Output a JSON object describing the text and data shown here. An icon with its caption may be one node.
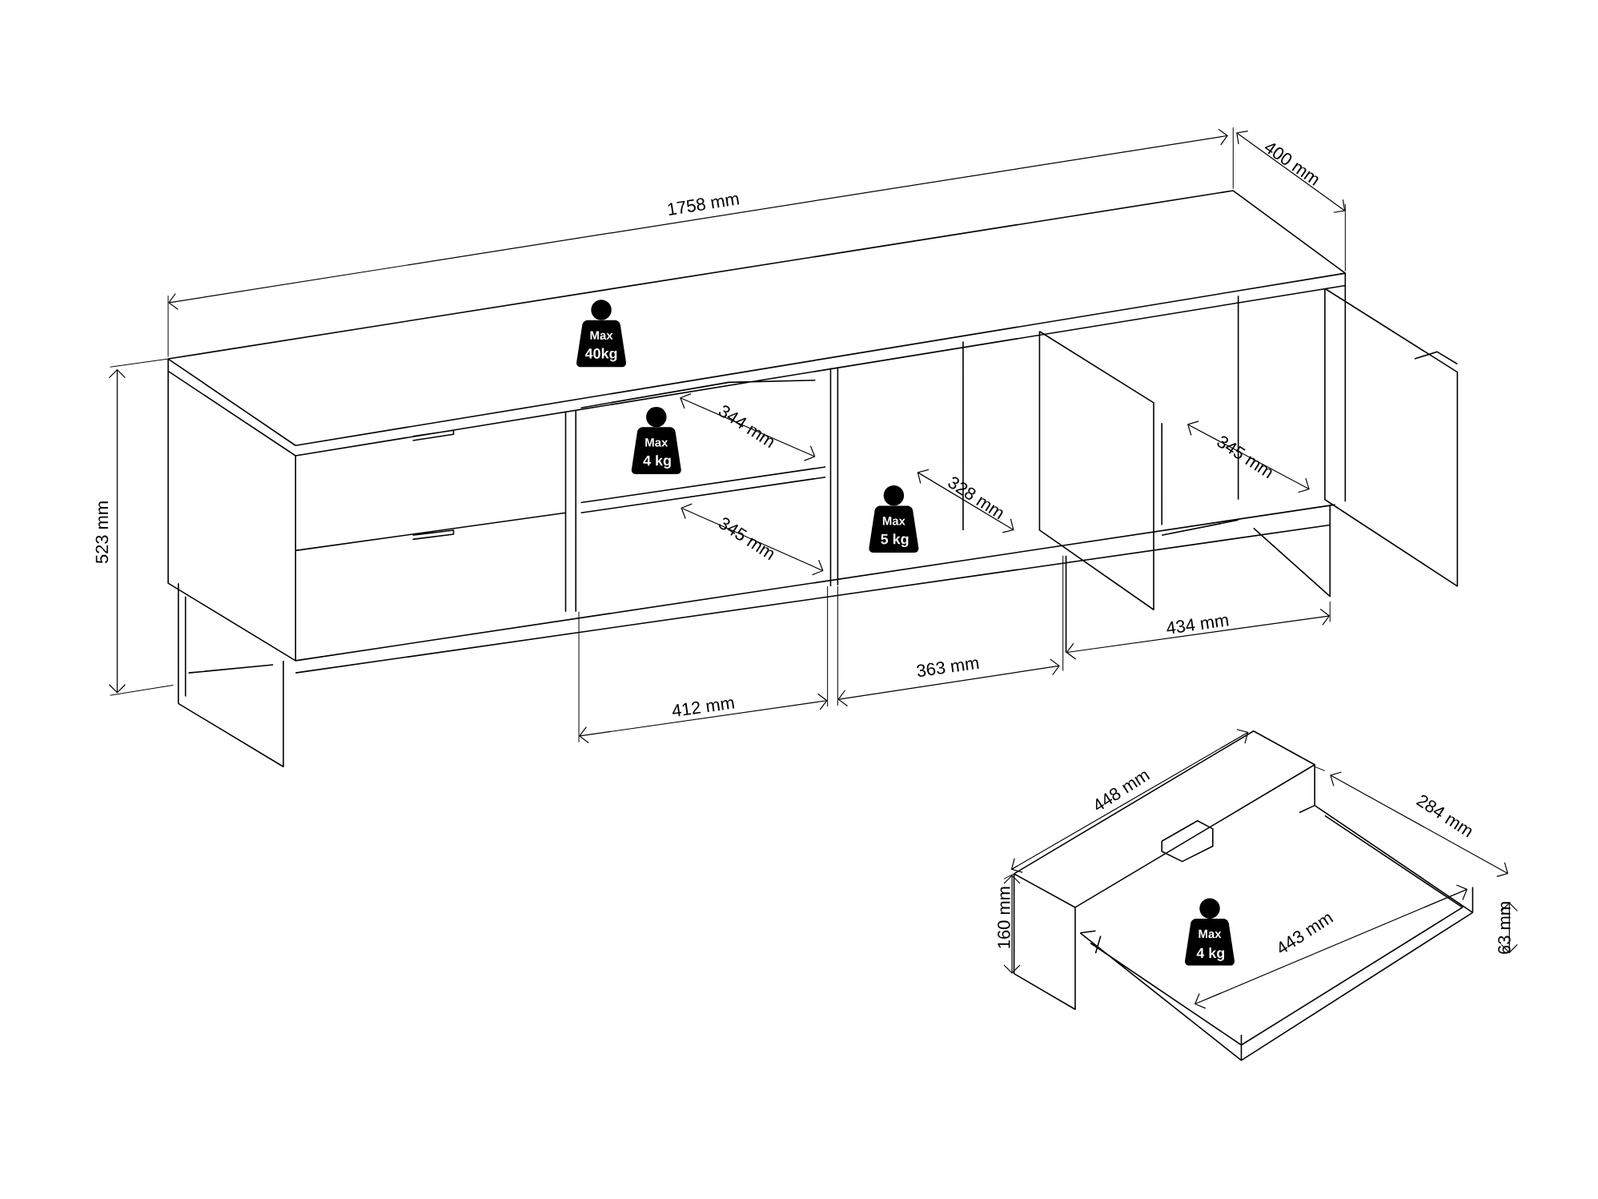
{
  "diagram": {
    "labels": [
      "1758 mm",
      "400 mm",
      "Max",
      "40kg",
      "344 mm",
      "Max",
      "4 kg",
      "523 mm",
      "328 mm",
      "345 mm",
      "345 mm",
      "Max",
      "5 kg",
      "434 mm",
      "363 mm",
      "412 mm",
      "448 mm",
      "284 mm",
      "160 mm",
      "Max",
      "4 kg",
      "443 mm",
      "63 mm"
    ]
  }
}
